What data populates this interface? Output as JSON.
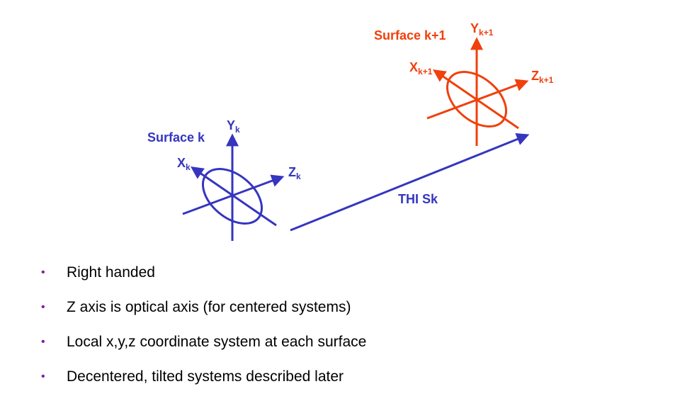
{
  "colors": {
    "surface_k": "#3535c0",
    "surface_k1": "#f0400c",
    "bullet": "#7a1fa2",
    "text": "#000000"
  },
  "surface_k": {
    "name": "Surface k",
    "x_axis": "X",
    "y_axis": "Y",
    "z_axis": "Z",
    "subscript": "k"
  },
  "surface_k1": {
    "name": "Surface k+1",
    "x_axis": "X",
    "y_axis": "Y",
    "z_axis": "Z",
    "subscript": "k+1"
  },
  "thickness_label": "THI Sk",
  "bullet_symbol": "•",
  "bullets": [
    {
      "text": "Right handed"
    },
    {
      "text": "Z axis is optical axis (for centered systems)"
    },
    {
      "text": "Local x,y,z coordinate system at each surface"
    },
    {
      "text": "Decentered, tilted systems described later"
    }
  ]
}
